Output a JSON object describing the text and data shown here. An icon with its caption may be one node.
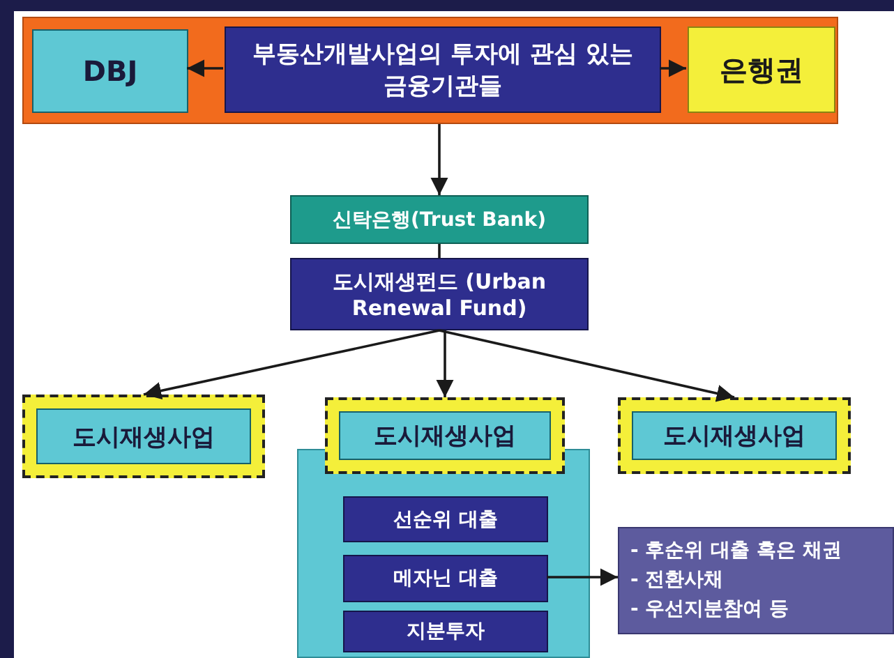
{
  "diagram": {
    "nodes": [
      {
        "text": [],
        "shape": "box"
      },
      {
        "text": [
          "DBJ"
        ],
        "in": 0
      },
      {
        "text": [
          "부동산개발사업의 투자에 관심 있는 금융기관들"
        ],
        "in": 0
      },
      {
        "text": [
          "은행권"
        ],
        "in": 0
      },
      {
        "text": [
          "신탁은행(Trust Bank)"
        ]
      },
      {
        "text": [
          "도시재생펀드 (Urban Renewal Fund)"
        ]
      },
      {
        "text": [
          "도시재생사업"
        ]
      },
      {
        "text": [
          "도시재생사업"
        ]
      },
      {
        "text": [
          "도시재생사업"
        ]
      },
      {
        "text": [],
        "shape": "box"
      },
      {
        "text": [
          "선순위 대출"
        ],
        "in": 9
      },
      {
        "text": [
          "메자닌 대출"
        ],
        "in": 9
      },
      {
        "text": [
          "지분투자"
        ],
        "in": 9
      },
      {
        "text": [
          "- 후순위 대출 혹은 채권",
          "- 전환사채",
          "- 우선지분참여 등"
        ]
      }
    ],
    "edges": [
      {
        "from": 2,
        "to": 1,
        "arrow": "to"
      },
      {
        "from": 2,
        "to": 3,
        "arrow": "to"
      },
      {
        "from": 0,
        "to": 4,
        "arrow": "to"
      },
      {
        "from": 4,
        "to": 5,
        "arrow": "none"
      },
      {
        "from": 5,
        "to": 6,
        "arrow": "to"
      },
      {
        "from": 5,
        "to": 7,
        "arrow": "to"
      },
      {
        "from": 5,
        "to": 8,
        "arrow": "to"
      },
      {
        "from": 11,
        "to": 13,
        "arrow": "to"
      }
    ]
  }
}
